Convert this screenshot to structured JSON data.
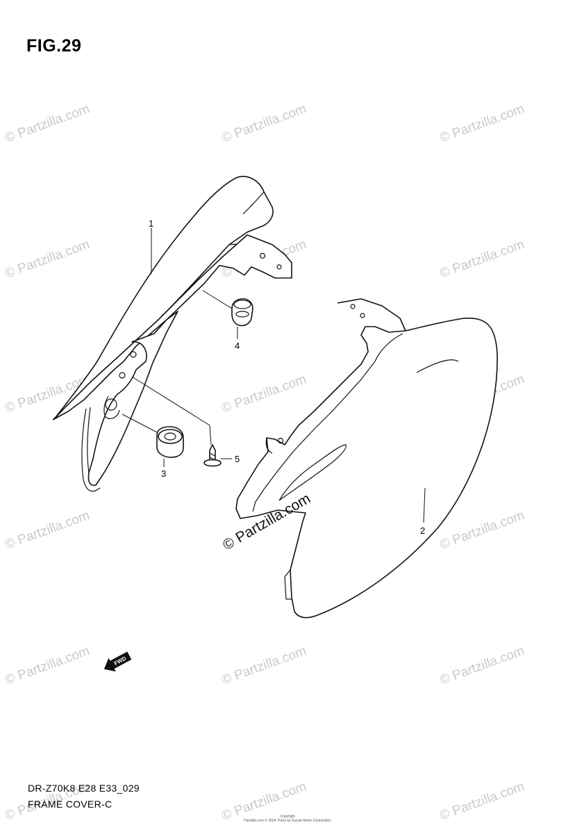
{
  "figure": {
    "title": "FIG.29",
    "code": "DR-Z70K8 E28 E33_029",
    "caption": "FRAME COVER-C"
  },
  "watermark": {
    "text": "© Partzilla.com",
    "color": "#c9c9c9"
  },
  "parts": {
    "part_1": "1",
    "part_2": "2",
    "part_3": "3",
    "part_4": "4",
    "part_5": "5"
  },
  "direction_indicator": {
    "label": "FWD",
    "icon": "fwd-arrow-icon"
  },
  "copyright": {
    "line1": "Copyright",
    "line2": "Partzilla.com © 2024. Parts by Suzuki Motor Corporation"
  }
}
